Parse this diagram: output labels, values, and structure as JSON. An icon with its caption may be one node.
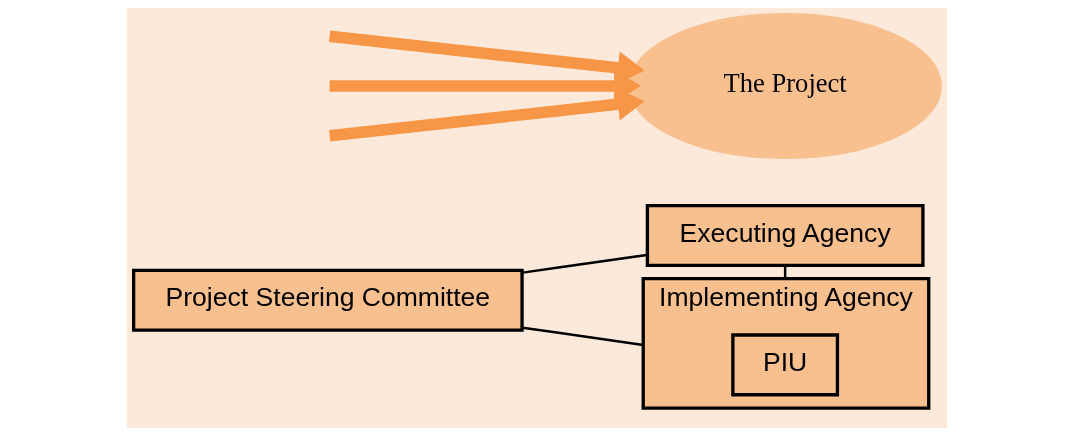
{
  "diagram": {
    "nodes": [
      {
        "text": [
          "Executing Agency"
        ]
      },
      {
        "text": [
          "Project Steering Committee"
        ]
      },
      {
        "text": [
          "Implementing Agency"
        ]
      },
      {
        "text": [
          "PIU"
        ],
        "in": 2
      },
      {
        "text": [
          "The Project"
        ]
      }
    ],
    "edges": [
      {
        "from": 0,
        "to": 2,
        "arrow": "none"
      },
      {
        "from": 1,
        "to": 0,
        "arrow": "none"
      },
      {
        "from": 1,
        "to": 2,
        "arrow": "none"
      },
      {
        "from": null,
        "to": 4,
        "arrow": "to",
        "style": "thick",
        "color": "#f79646"
      },
      {
        "from": null,
        "to": 4,
        "arrow": "to",
        "style": "thick",
        "color": "#f79646"
      },
      {
        "from": null,
        "to": 4,
        "arrow": "to",
        "style": "thick",
        "color": "#f79646"
      }
    ]
  }
}
